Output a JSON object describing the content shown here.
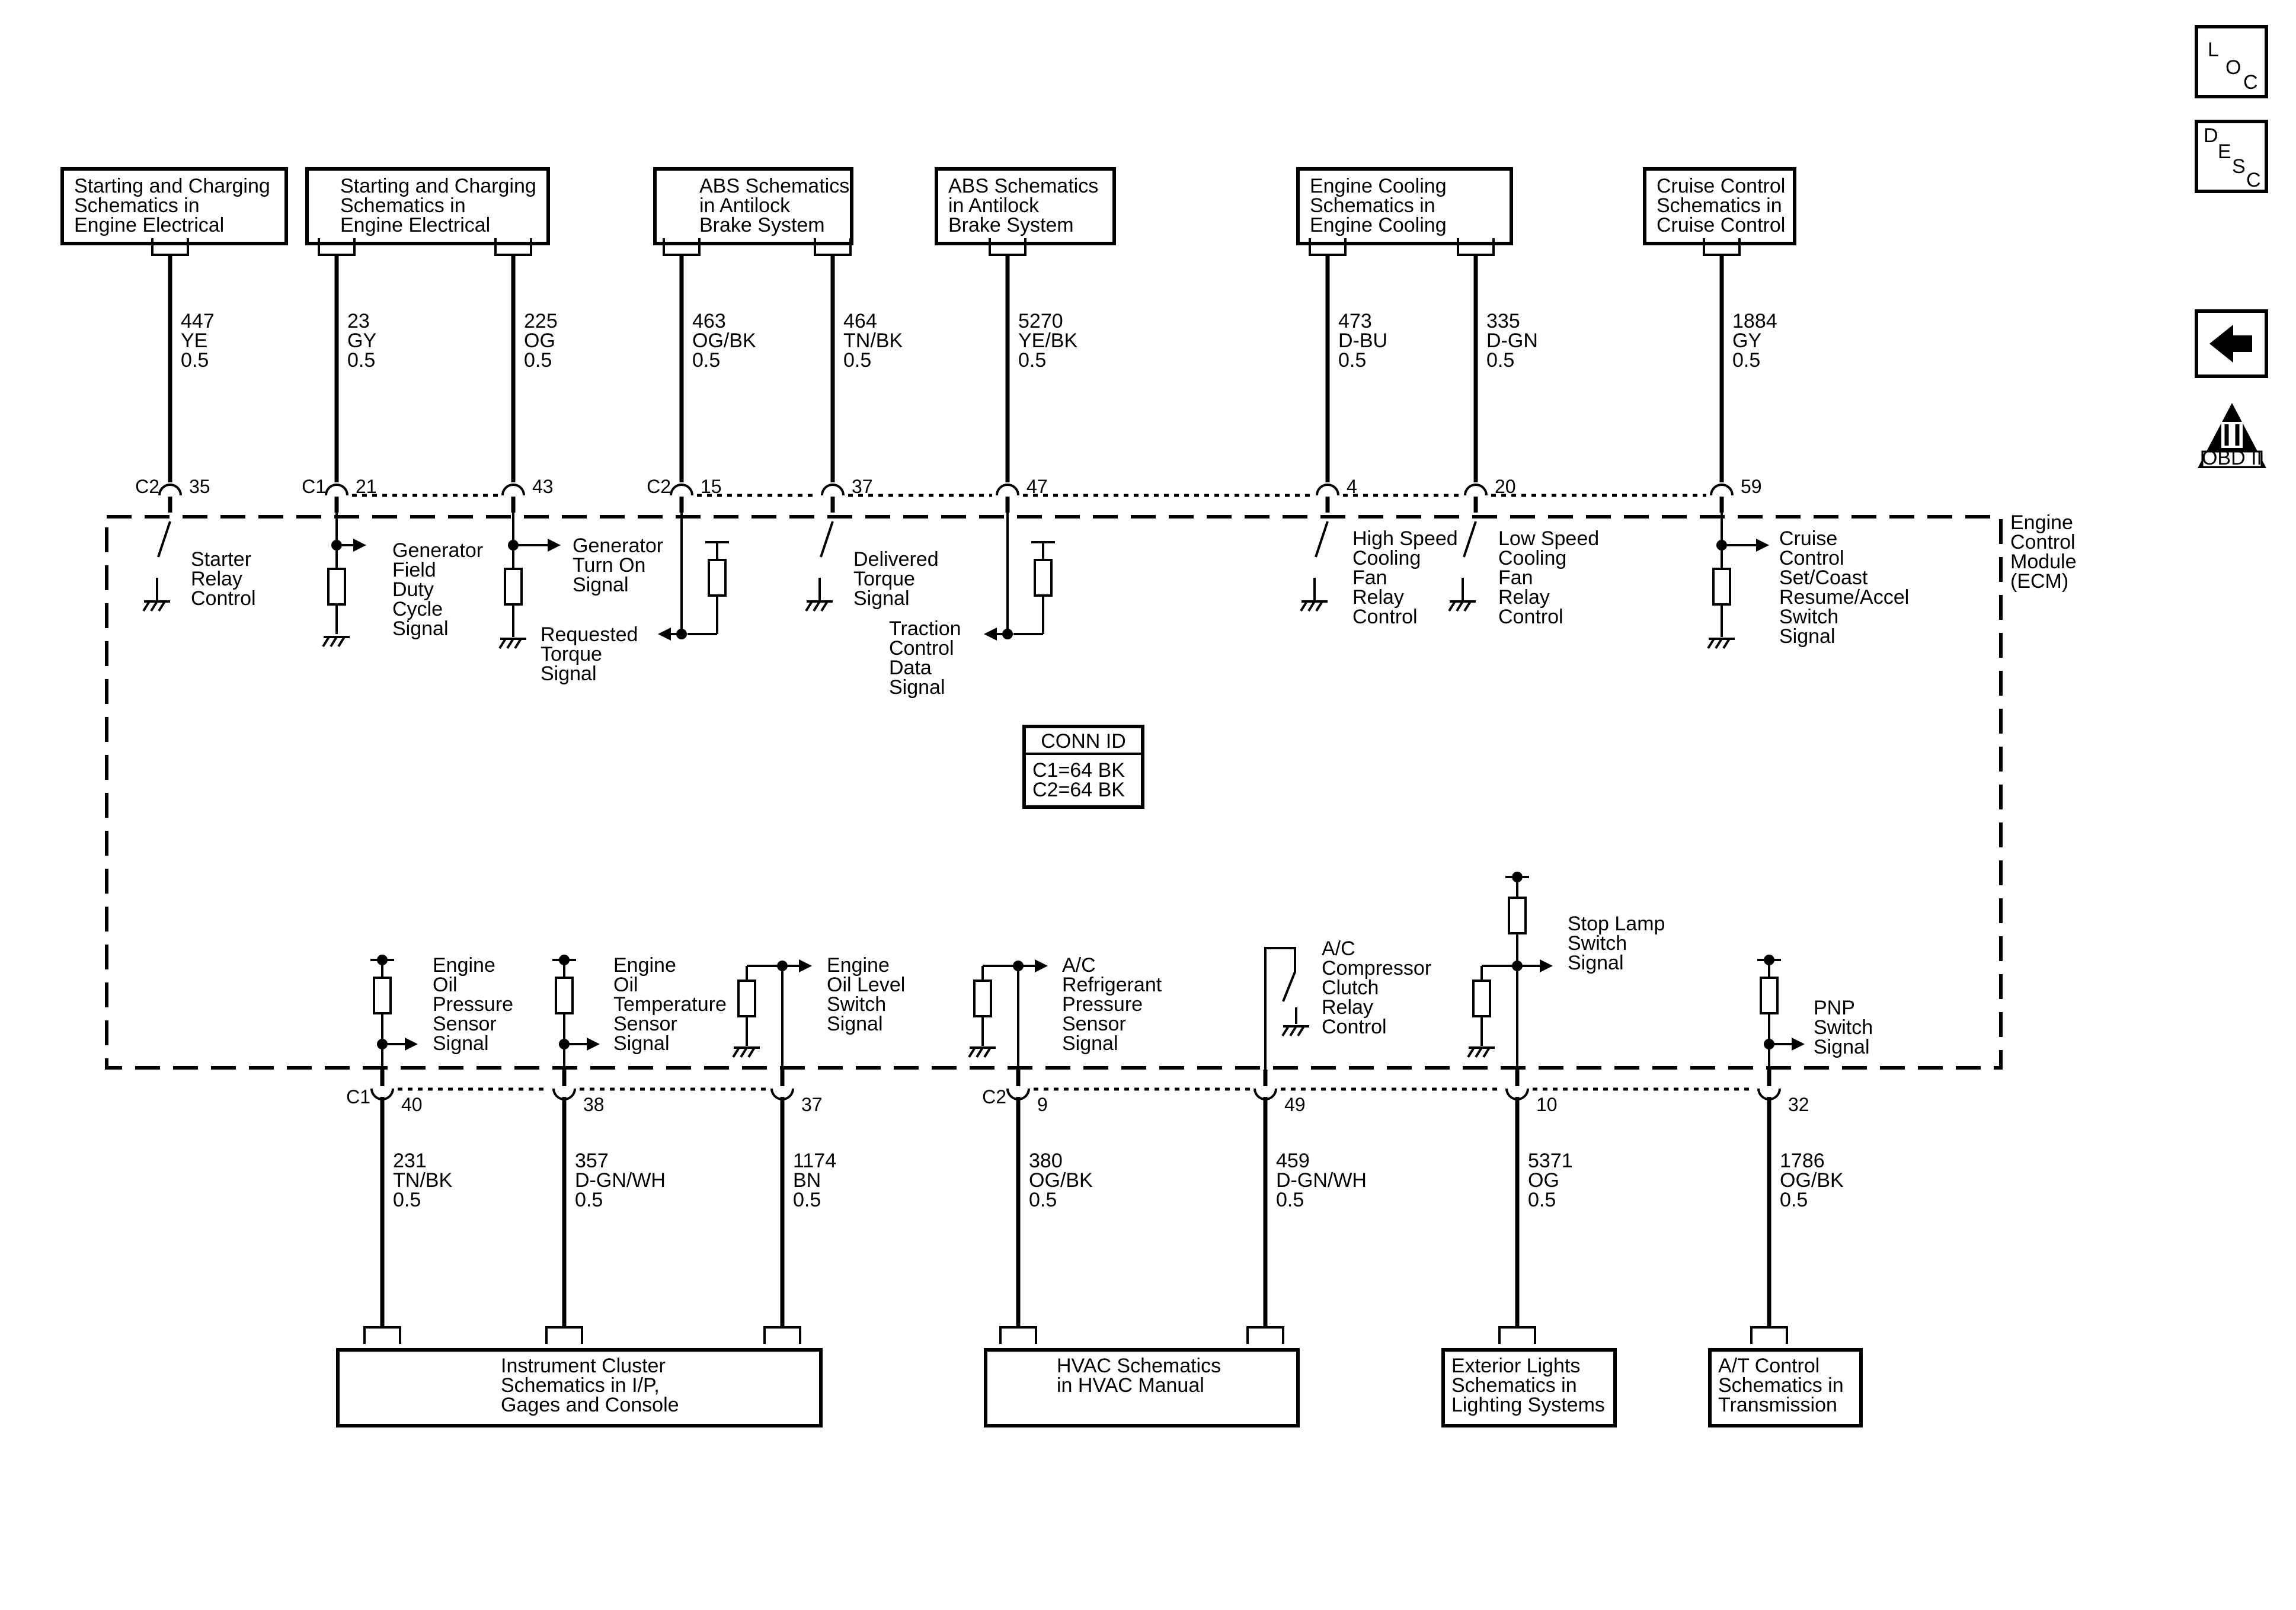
{
  "icons": {
    "loc": [
      "L",
      "O",
      "C"
    ],
    "desc": [
      "D",
      "E",
      "S",
      "C"
    ],
    "back": "back-arrow-icon",
    "obd": "OBD II"
  },
  "module": {
    "name": [
      "Engine",
      "Control",
      "Module",
      "(ECM)"
    ]
  },
  "conn_id": {
    "title": "CONN ID",
    "rows": [
      "C1=64 BK",
      "C2=64 BK"
    ]
  },
  "top_boxes": [
    [
      "Starting and Charging",
      "Schematics in",
      "Engine Electrical"
    ],
    [
      "Starting and Charging",
      "Schematics in",
      "Engine Electrical"
    ],
    [
      "ABS Schematics",
      "in Antilock",
      "Brake System"
    ],
    [
      "ABS Schematics",
      "in Antilock",
      "Brake System"
    ],
    [
      "Engine Cooling",
      "Schematics in",
      "Engine Cooling"
    ],
    [
      "Cruise Control",
      "Schematics in",
      "Cruise Control"
    ]
  ],
  "bottom_boxes": [
    [
      "Instrument Cluster",
      "Schematics in I/P,",
      "Gages and Console"
    ],
    [
      "HVAC Schematics",
      "in HVAC Manual"
    ],
    [
      "Exterior Lights",
      "Schematics in",
      "Lighting Systems"
    ],
    [
      "A/T Control",
      "Schematics in",
      "Transmission"
    ]
  ],
  "top_wires": [
    {
      "circuit": "447",
      "color": "YE",
      "size": "0.5",
      "connector": "C2",
      "pin": "35",
      "signal": [
        "Starter",
        "Relay",
        "Control"
      ]
    },
    {
      "circuit": "23",
      "color": "GY",
      "size": "0.5",
      "connector": "C1",
      "pin": "21",
      "signal": [
        "Generator",
        "Field",
        "Duty",
        "Cycle",
        "Signal"
      ]
    },
    {
      "circuit": "225",
      "color": "OG",
      "size": "0.5",
      "connector": "",
      "pin": "43",
      "signal": [
        "Generator",
        "Turn On",
        "Signal"
      ]
    },
    {
      "circuit": "463",
      "color": "OG/BK",
      "size": "0.5",
      "connector": "C2",
      "pin": "15",
      "signal": [
        "Requested",
        "Torque",
        "Signal"
      ]
    },
    {
      "circuit": "464",
      "color": "TN/BK",
      "size": "0.5",
      "connector": "",
      "pin": "37",
      "signal": [
        "Delivered",
        "Torque",
        "Signal"
      ]
    },
    {
      "circuit": "5270",
      "color": "YE/BK",
      "size": "0.5",
      "connector": "",
      "pin": "47",
      "signal": [
        "Traction",
        "Control",
        "Data",
        "Signal"
      ]
    },
    {
      "circuit": "473",
      "color": "D-BU",
      "size": "0.5",
      "connector": "",
      "pin": "4",
      "signal": [
        "High Speed",
        "Cooling",
        "Fan",
        "Relay",
        "Control"
      ]
    },
    {
      "circuit": "335",
      "color": "D-GN",
      "size": "0.5",
      "connector": "",
      "pin": "20",
      "signal": [
        "Low Speed",
        "Cooling",
        "Fan",
        "Relay",
        "Control"
      ]
    },
    {
      "circuit": "1884",
      "color": "GY",
      "size": "0.5",
      "connector": "",
      "pin": "59",
      "signal": [
        "Cruise",
        "Control",
        "Set/Coast",
        "Resume/Accel",
        "Switch",
        "Signal"
      ]
    }
  ],
  "bottom_wires": [
    {
      "circuit": "231",
      "color": "TN/BK",
      "size": "0.5",
      "connector": "C1",
      "pin": "40",
      "signal": [
        "Engine",
        "Oil",
        "Pressure",
        "Sensor",
        "Signal"
      ]
    },
    {
      "circuit": "357",
      "color": "D-GN/WH",
      "size": "0.5",
      "connector": "",
      "pin": "38",
      "signal": [
        "Engine",
        "Oil",
        "Temperature",
        "Sensor",
        "Signal"
      ]
    },
    {
      "circuit": "1174",
      "color": "BN",
      "size": "0.5",
      "connector": "",
      "pin": "37",
      "signal": [
        "Engine",
        "Oil Level",
        "Switch",
        "Signal"
      ]
    },
    {
      "circuit": "380",
      "color": "OG/BK",
      "size": "0.5",
      "connector": "C2",
      "pin": "9",
      "signal": [
        "A/C",
        "Refrigerant",
        "Pressure",
        "Sensor",
        "Signal"
      ]
    },
    {
      "circuit": "459",
      "color": "D-GN/WH",
      "size": "0.5",
      "connector": "",
      "pin": "49",
      "signal": [
        "A/C",
        "Compressor",
        "Clutch",
        "Relay",
        "Control"
      ]
    },
    {
      "circuit": "5371",
      "color": "OG",
      "size": "0.5",
      "connector": "",
      "pin": "10",
      "signal": [
        "Stop Lamp",
        "Switch",
        "Signal"
      ]
    },
    {
      "circuit": "1786",
      "color": "OG/BK",
      "size": "0.5",
      "connector": "",
      "pin": "32",
      "signal": [
        "PNP",
        "Switch",
        "Signal"
      ]
    }
  ]
}
